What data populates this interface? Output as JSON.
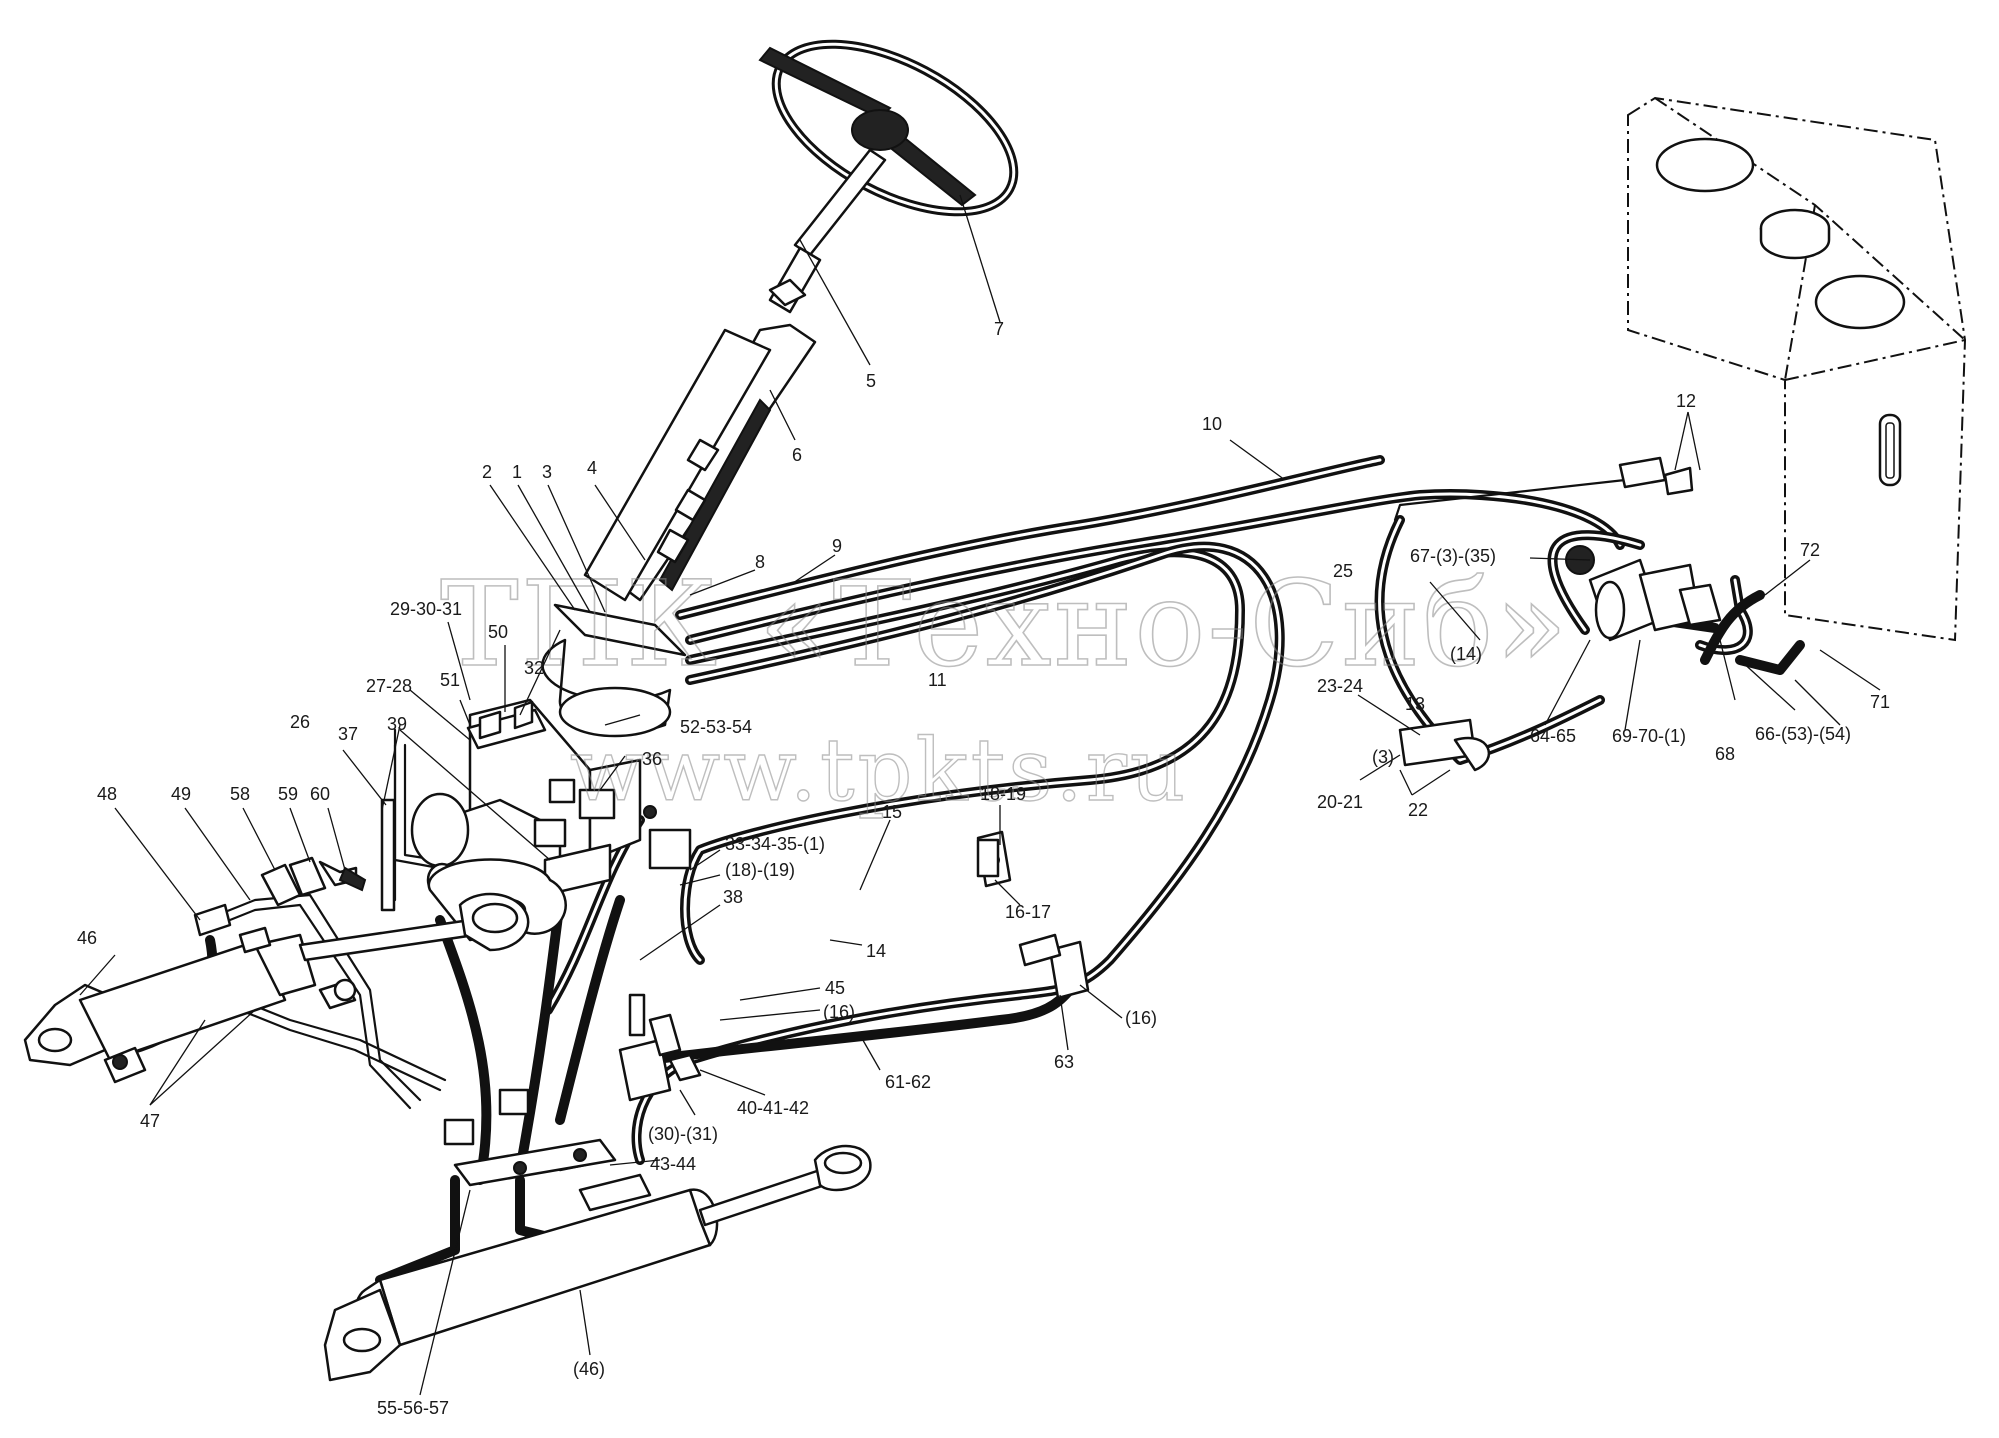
{
  "watermark": {
    "line1": "ТПК «Техно-Сиб»",
    "line2": "www.tpkts.ru"
  },
  "callouts": [
    {
      "id": "c7",
      "text": "7"
    },
    {
      "id": "c5",
      "text": "5"
    },
    {
      "id": "c6",
      "text": "6"
    },
    {
      "id": "c4",
      "text": "4"
    },
    {
      "id": "c2",
      "text": "2"
    },
    {
      "id": "c1",
      "text": "1"
    },
    {
      "id": "c3",
      "text": "3"
    },
    {
      "id": "c8",
      "text": "8"
    },
    {
      "id": "c9",
      "text": "9"
    },
    {
      "id": "c10",
      "text": "10"
    },
    {
      "id": "c11",
      "text": "11"
    },
    {
      "id": "c12",
      "text": "12"
    },
    {
      "id": "c72",
      "text": "72"
    },
    {
      "id": "c25",
      "text": "25"
    },
    {
      "id": "c67",
      "text": "67-(3)-(35)"
    },
    {
      "id": "c14b",
      "text": "(14)"
    },
    {
      "id": "c23",
      "text": "23-24"
    },
    {
      "id": "c13",
      "text": "13"
    },
    {
      "id": "c3b",
      "text": "(3)"
    },
    {
      "id": "c20",
      "text": "20-21"
    },
    {
      "id": "c22",
      "text": "22"
    },
    {
      "id": "c64",
      "text": "64-65"
    },
    {
      "id": "c69",
      "text": "69-70-(1)"
    },
    {
      "id": "c68",
      "text": "68"
    },
    {
      "id": "c66",
      "text": "66-(53)-(54)"
    },
    {
      "id": "c71",
      "text": "71"
    },
    {
      "id": "c29",
      "text": "29-30-31"
    },
    {
      "id": "c50",
      "text": "50"
    },
    {
      "id": "c32",
      "text": "32"
    },
    {
      "id": "c51",
      "text": "51"
    },
    {
      "id": "c27",
      "text": "27-28"
    },
    {
      "id": "c52",
      "text": "52-53-54"
    },
    {
      "id": "c36",
      "text": "36"
    },
    {
      "id": "c26",
      "text": "26"
    },
    {
      "id": "c37",
      "text": "37"
    },
    {
      "id": "c39",
      "text": "39"
    },
    {
      "id": "c18",
      "text": "18-19"
    },
    {
      "id": "c15",
      "text": "15"
    },
    {
      "id": "c33",
      "text": "33-34-35-(1)"
    },
    {
      "id": "c18b",
      "text": "(18)-(19)"
    },
    {
      "id": "c38",
      "text": "38"
    },
    {
      "id": "c16",
      "text": "16-17"
    },
    {
      "id": "c14",
      "text": "14"
    },
    {
      "id": "c48",
      "text": "48"
    },
    {
      "id": "c49",
      "text": "49"
    },
    {
      "id": "c58",
      "text": "58"
    },
    {
      "id": "c59",
      "text": "59"
    },
    {
      "id": "c60",
      "text": "60"
    },
    {
      "id": "c46",
      "text": "46"
    },
    {
      "id": "c45",
      "text": "45"
    },
    {
      "id": "c16b",
      "text": "(16)"
    },
    {
      "id": "c16c",
      "text": "(16)"
    },
    {
      "id": "c63",
      "text": "63"
    },
    {
      "id": "c61",
      "text": "61-62"
    },
    {
      "id": "c40",
      "text": "40-41-42"
    },
    {
      "id": "c30",
      "text": "(30)-(31)"
    },
    {
      "id": "c47",
      "text": "47"
    },
    {
      "id": "c43",
      "text": "43-44"
    },
    {
      "id": "c46b",
      "text": "(46)"
    },
    {
      "id": "c55",
      "text": "55-56-57"
    }
  ]
}
